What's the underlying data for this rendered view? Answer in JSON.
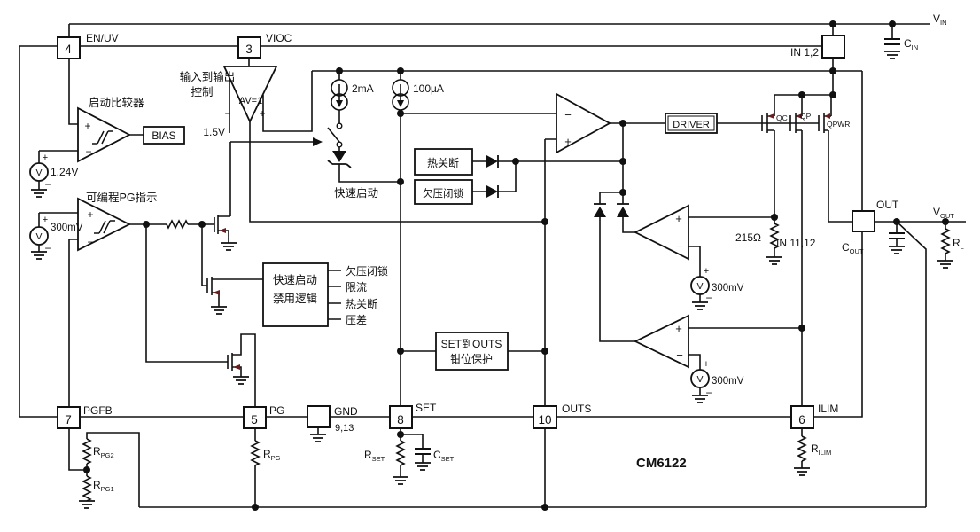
{
  "part_number": "CM6122",
  "signs": {
    "plus": "+",
    "minus": "−",
    "voltmeter": "V"
  },
  "pins": {
    "p4": {
      "num": "4",
      "label": "EN/UV"
    },
    "p3": {
      "num": "3",
      "label": "VIOC"
    },
    "in12": {
      "label": "IN 1,2"
    },
    "p7": {
      "num": "7",
      "label": "PGFB"
    },
    "p5": {
      "num": "5",
      "label": "PG"
    },
    "gnd913": {
      "label": "GND",
      "nums": "9,13"
    },
    "p8": {
      "num": "8",
      "label": "SET"
    },
    "p10": {
      "num": "10",
      "label": "OUTS"
    },
    "p6": {
      "num": "6",
      "label": "ILIM"
    },
    "out": {
      "label": "OUT"
    },
    "in1112": {
      "label": "IN 11,12"
    }
  },
  "blocks": {
    "startup_comparator": "启动比较器",
    "bias": "BIAS",
    "pg_indicator": "可编程PG指示",
    "io_control_l1": "输入到输出",
    "io_control_l2": "控制",
    "gain": "AV=1",
    "fast_start": "快速启动",
    "fsd_l1": "快速启动",
    "fsd_l2": "禁用逻辑",
    "fsd_signals": [
      "欠压闭锁",
      "限流",
      "热关断",
      "压差"
    ],
    "thermal_shutdown": "热关断",
    "uvlo": "欠压闭锁",
    "driver": "DRIVER",
    "set_clamp_l1": "SET到OUTS",
    "set_clamp_l2": "钳位保护"
  },
  "values": {
    "vref_startup": "1.24V",
    "vref_pg": "300mV",
    "vref_vioc": "1.5V",
    "i_faststart": "2mA",
    "i_set": "100µA",
    "r_sense": "215Ω",
    "vref_oc": "300mV",
    "vref_op": "300mV"
  },
  "transistors": {
    "qc": "QC",
    "qp": "QP",
    "qpwr": "QPWR"
  },
  "ext": {
    "vin": {
      "main": "V",
      "sub": "IN"
    },
    "cin": {
      "main": "C",
      "sub": "IN"
    },
    "vout": {
      "main": "V",
      "sub": "OUT"
    },
    "cout": {
      "main": "C",
      "sub": "OUT"
    },
    "rl": {
      "main": "R",
      "sub": "L"
    },
    "rpg2": {
      "main": "R",
      "sub": "PG2"
    },
    "rpg1": {
      "main": "R",
      "sub": "PG1"
    },
    "rpg": {
      "main": "R",
      "sub": "PG"
    },
    "rset": {
      "main": "R",
      "sub": "SET"
    },
    "cset": {
      "main": "C",
      "sub": "SET"
    },
    "rilim": {
      "main": "R",
      "sub": "ILIM"
    }
  }
}
